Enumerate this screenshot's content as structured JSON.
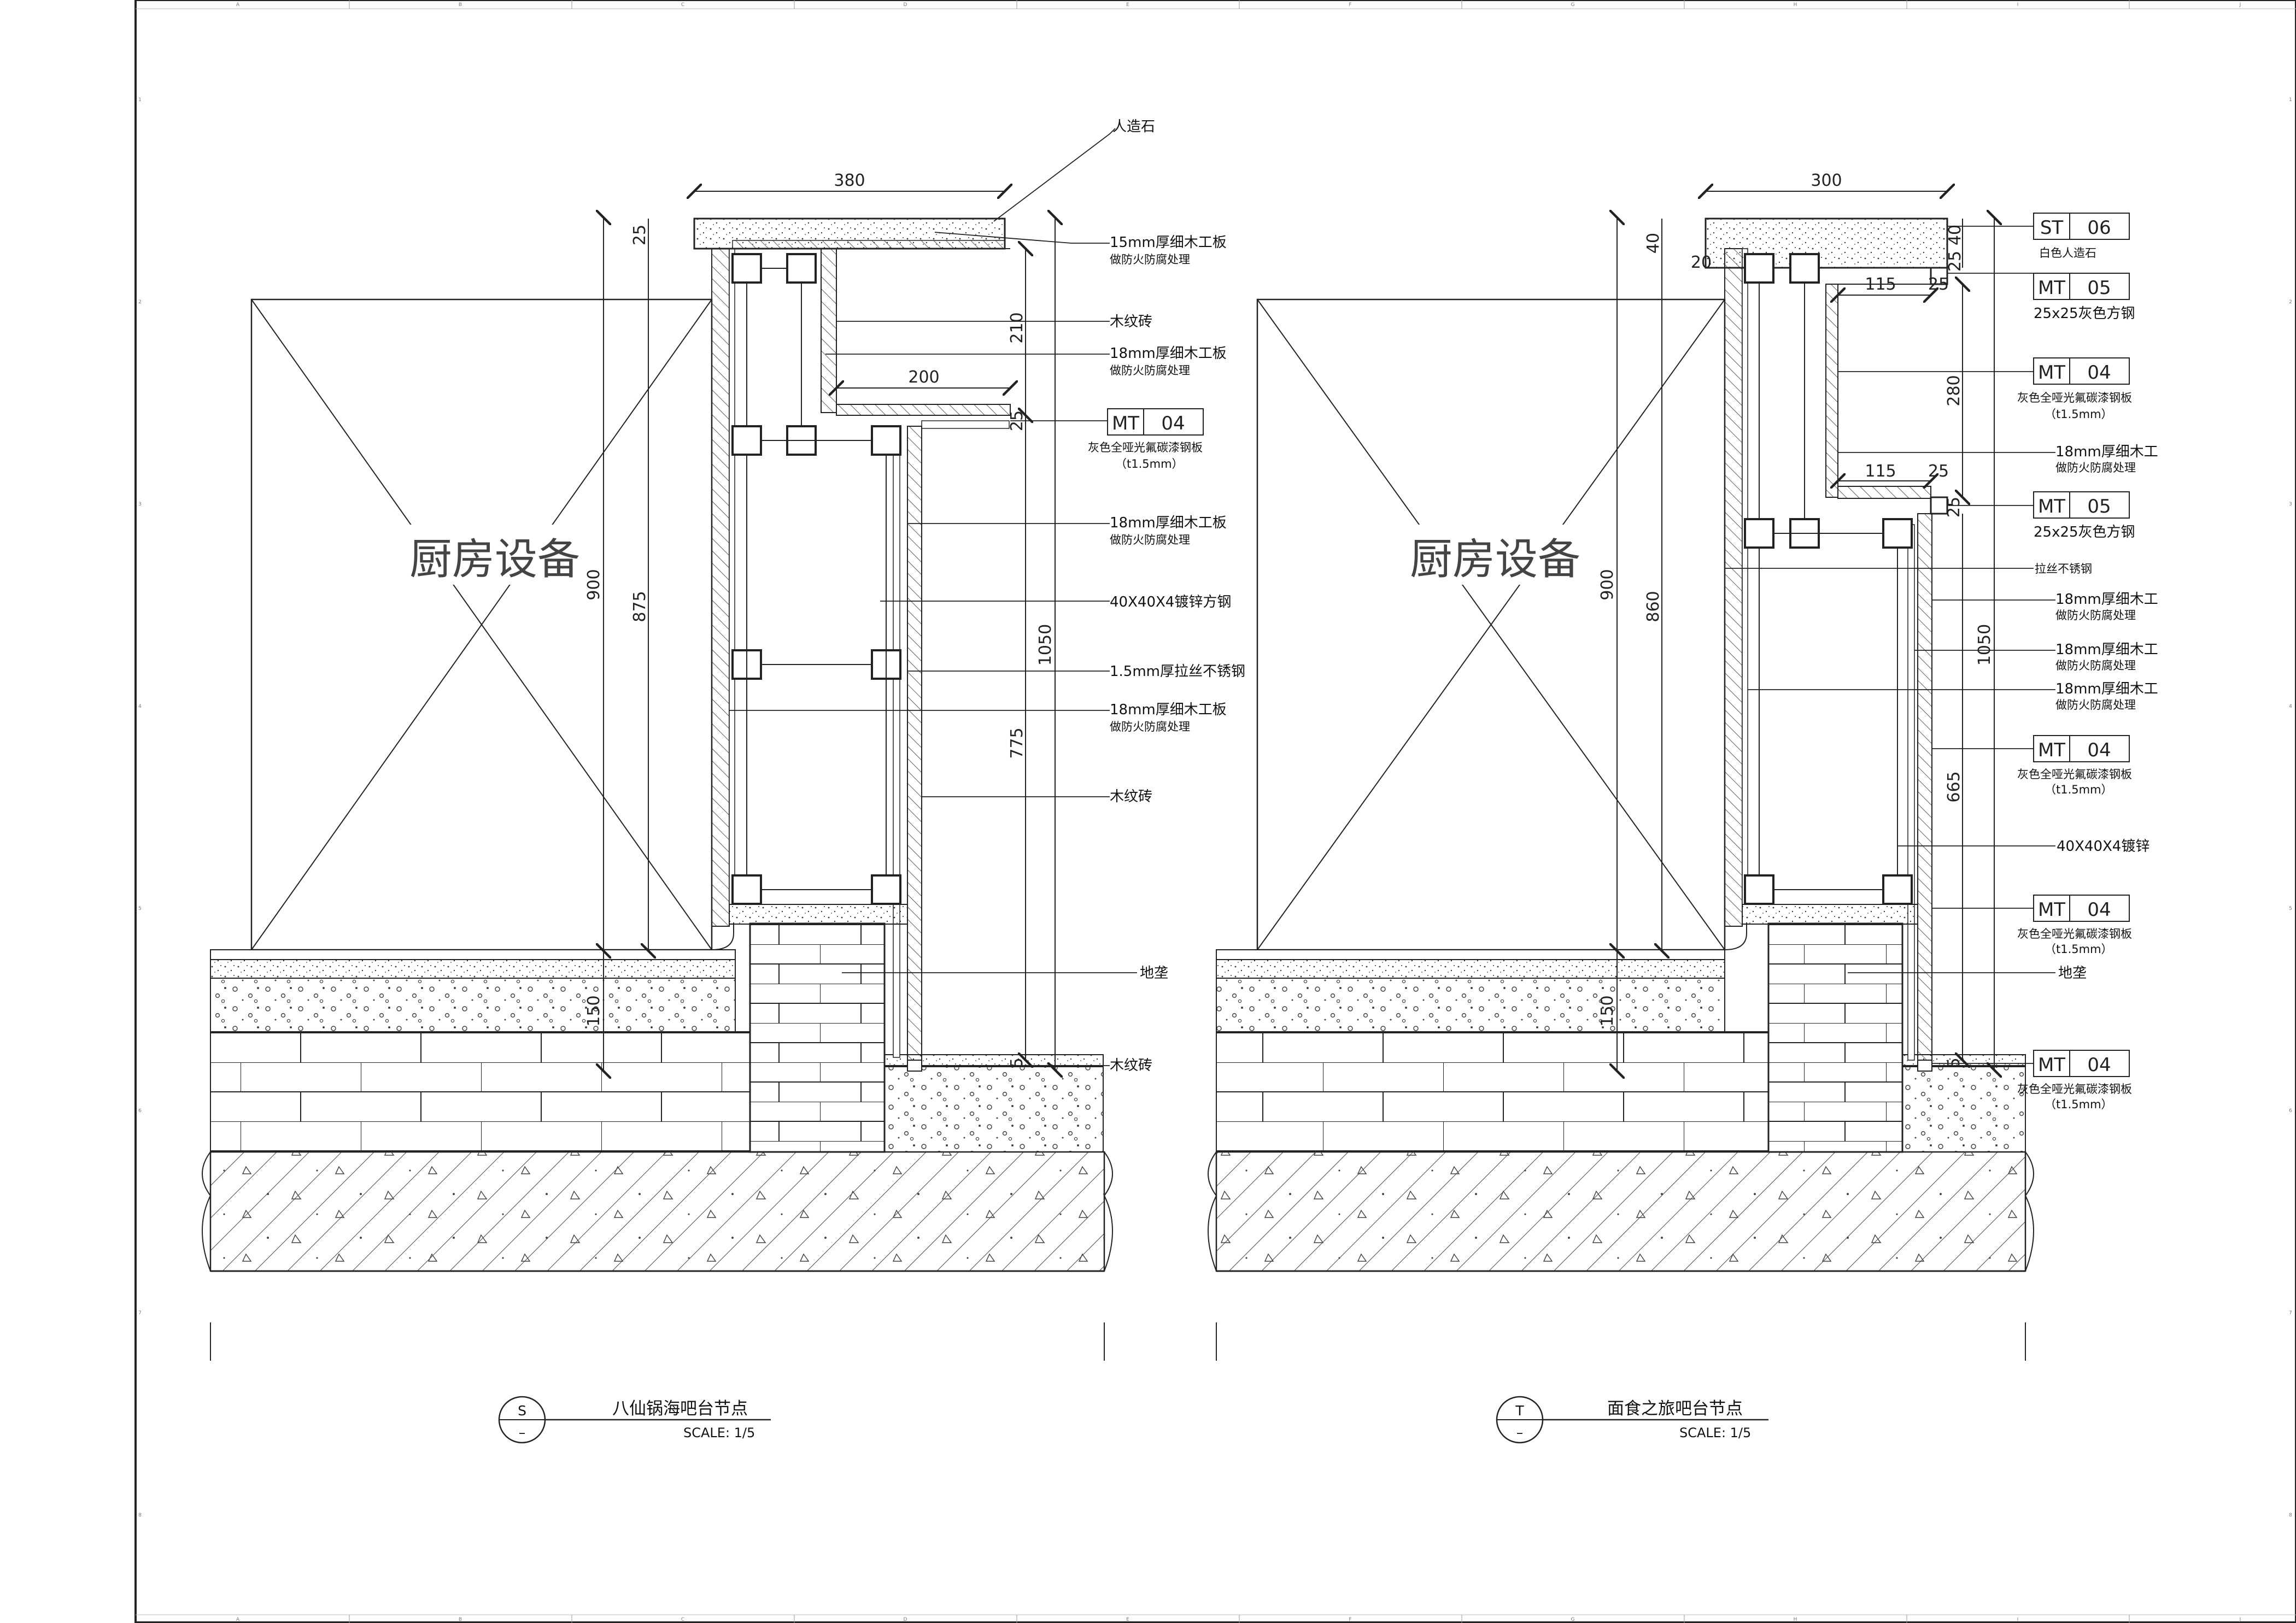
{
  "sheet": {
    "grid_cols": [
      "A",
      "B",
      "C",
      "D",
      "E",
      "F",
      "G",
      "H",
      "I",
      "J"
    ],
    "grid_rows": [
      "1",
      "2",
      "3",
      "4",
      "5",
      "6",
      "7",
      "8"
    ]
  },
  "details": [
    {
      "id": "S",
      "title": "八仙锅海吧台节点",
      "scale": "SCALE:  1/5",
      "equipment": "厨房设备",
      "dims": {
        "top_width": "380",
        "top_thk": "25",
        "upper_drop": "210",
        "shelf_width": "200",
        "shelf_thk": "25",
        "total_h": "900",
        "inner_h": "875",
        "right_total": "1050",
        "right_lower": "775",
        "toe": "5",
        "base": "150"
      },
      "callouts": [
        {
          "main": "人造石",
          "sub": ""
        },
        {
          "main": "15mm厚细木工板",
          "sub": "做防火防腐处理"
        },
        {
          "main": "木纹砖",
          "sub": ""
        },
        {
          "main": "18mm厚细木工板",
          "sub": "做防火防腐处理"
        },
        {
          "main": "灰色全哑光氟碳漆钢板",
          "sub": "（t1.5mm）"
        },
        {
          "main": "18mm厚细木工板",
          "sub": "做防火防腐处理"
        },
        {
          "main": "40X40X4镀锌方钢",
          "sub": ""
        },
        {
          "main": "1.5mm厚拉丝不锈钢",
          "sub": ""
        },
        {
          "main": "18mm厚细木工板",
          "sub": "做防火防腐处理"
        },
        {
          "main": "木纹砖",
          "sub": ""
        },
        {
          "main": "地垄",
          "sub": ""
        },
        {
          "main": "木纹砖",
          "sub": ""
        }
      ],
      "tags": [
        {
          "code": "MT",
          "num": "04"
        }
      ]
    },
    {
      "id": "T",
      "title": "面食之旅吧台节点",
      "scale": "SCALE:  1/5",
      "equipment": "厨房设备",
      "dims": {
        "top_width": "300",
        "top_thk": "40",
        "side_20": "20",
        "right_25": "25",
        "right_40": "40",
        "inner_115a": "115",
        "inner_25a": "25",
        "inner_280": "280",
        "inner_115b": "115",
        "inner_25b": "25",
        "right_25b": "25",
        "total_h": "900",
        "inner_h": "860",
        "right_total": "1050",
        "right_lower": "665",
        "toe": "5",
        "base": "150"
      },
      "callouts": [
        {
          "main": "白色人造石",
          "sub": ""
        },
        {
          "main": "25x25灰色方钢",
          "sub": ""
        },
        {
          "main": "灰色全哑光氟碳漆钢板",
          "sub": "（t1.5mm）"
        },
        {
          "main": "18mm厚细木工",
          "sub": "做防火防腐处理"
        },
        {
          "main": "25x25灰色方钢",
          "sub": ""
        },
        {
          "main": "拉丝不锈钢",
          "sub": ""
        },
        {
          "main": "18mm厚细木工",
          "sub": "做防火防腐处理"
        },
        {
          "main": "18mm厚细木工",
          "sub": "做防火防腐处理"
        },
        {
          "main": "18mm厚细木工",
          "sub": "做防火防腐处理"
        },
        {
          "main": "灰色全哑光氟碳漆钢板",
          "sub": "（t1.5mm）"
        },
        {
          "main": "40X40X4镀锌",
          "sub": ""
        },
        {
          "main": "灰色全哑光氟碳漆钢板",
          "sub": "（t1.5mm）"
        },
        {
          "main": "地垄",
          "sub": ""
        },
        {
          "main": "灰色全哑光氟碳漆钢板",
          "sub": "（t1.5mm）"
        }
      ],
      "tags": [
        {
          "code": "ST",
          "num": "06"
        },
        {
          "code": "MT",
          "num": "05"
        },
        {
          "code": "MT",
          "num": "04"
        },
        {
          "code": "MT",
          "num": "05"
        },
        {
          "code": "MT",
          "num": "04"
        },
        {
          "code": "MT",
          "num": "04"
        },
        {
          "code": "MT",
          "num": "04"
        }
      ]
    }
  ]
}
